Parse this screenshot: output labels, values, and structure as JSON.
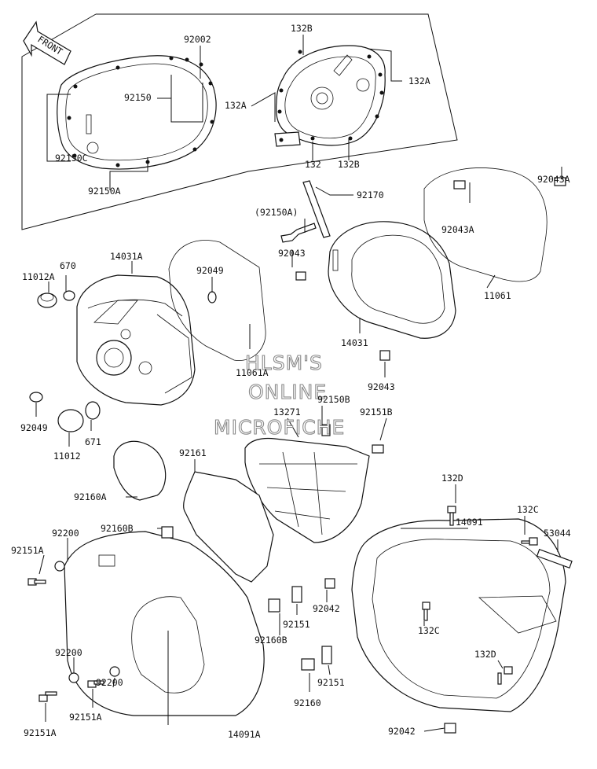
{
  "front_arrow_label": "FRONT",
  "watermark": [
    "HLSM'S",
    "ONLINE",
    "MICROFICHE"
  ],
  "labels": {
    "p92002": "92002",
    "p132B_top": "132B",
    "p92150": "92150",
    "p132A_left": "132A",
    "p132A_right": "132A",
    "p92150C": "92150C",
    "p132": "132",
    "p132B_bottom": "132B",
    "p92150A": "92150A",
    "p92170": "92170",
    "p92043A_right": "92043A",
    "p92150A_paren": "(92150A)",
    "p92043A_mid": "92043A",
    "p92043_top": "92043",
    "p14031A": "14031A",
    "p670": "670",
    "p11012A": "11012A",
    "p92049_top": "92049",
    "p11061": "11061",
    "p14031": "14031",
    "p92043_bottom": "92043",
    "p11061A": "11061A",
    "p92150B": "92150B",
    "p13271": "13271",
    "p92151B": "92151B",
    "p92049_left": "92049",
    "p671": "671",
    "p11012": "11012",
    "p92161": "92161",
    "p92160A": "92160A",
    "p132D_top": "132D",
    "p132C_top": "132C",
    "p53044": "53044",
    "p14091": "14091",
    "p92200_top": "92200",
    "p92151A_left": "92151A",
    "p92160B_top": "92160B",
    "p92042_mid": "92042",
    "p92151_mid": "92151",
    "p92160B_bottom": "92160B",
    "p132C_mid": "132C",
    "p132D_bottom": "132D",
    "p92200_bottom": "92200",
    "p92200_mid": "92200",
    "p92151A_mid": "92151A",
    "p92160": "92160",
    "p92151_bottom": "92151",
    "p92151A_bottom": "92151A",
    "p14091A": "14091A",
    "p92042_bottom": "92042"
  }
}
